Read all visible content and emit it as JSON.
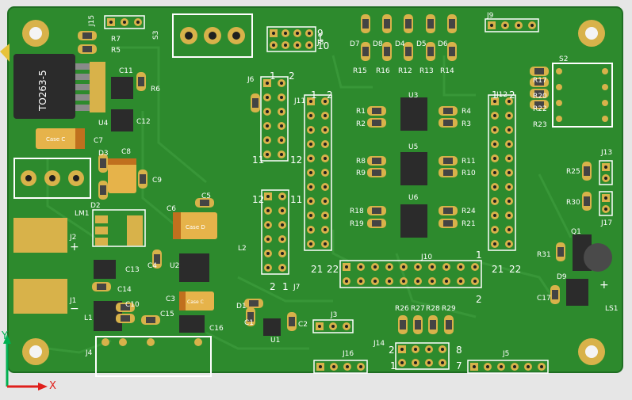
{
  "colors": {
    "board": "#2d8a2d",
    "board_dark": "#1f6e22",
    "silk": "#ffffff",
    "copper": "#d7b04a",
    "component_black": "#2b2b2b",
    "tantalum": "#e6b34a",
    "axis_y": "#00b050",
    "axis_x": "#e0201c"
  },
  "axis": {
    "x_label": "X",
    "y_label": "Y"
  },
  "ic_body_label": "TO263-5",
  "tantalum_labels": {
    "case_d": "Case D",
    "case_c": "Case C"
  },
  "designators": [
    "J15",
    "S3",
    "J8",
    "D7",
    "D8",
    "D4",
    "D5",
    "D6",
    "J9",
    "R7",
    "R5",
    "C11",
    "R6",
    "U4",
    "C12",
    "C7",
    "D3",
    "C8",
    "C9",
    "D2",
    "LM1",
    "J2",
    "J1",
    "C6",
    "C5",
    "C4",
    "U2",
    "C3",
    "C13",
    "C14",
    "L1",
    "C10",
    "C15",
    "C16",
    "D1",
    "C1",
    "C2",
    "U1",
    "J3",
    "J4",
    "J16",
    "J14",
    "J5",
    "J6",
    "J7",
    "J11",
    "J12",
    "J10",
    "L2",
    "R15",
    "R16",
    "R12",
    "R13",
    "R14",
    "R1",
    "R2",
    "R4",
    "R3",
    "U3",
    "R8",
    "R9",
    "R11",
    "R10",
    "U5",
    "R18",
    "R19",
    "R24",
    "R21",
    "U6",
    "R17",
    "R20",
    "R22",
    "R23",
    "S2",
    "R25",
    "R30",
    "J13",
    "J17",
    "R31",
    "Q1",
    "D9",
    "C17",
    "LS1",
    "R26",
    "R27",
    "R28",
    "R29"
  ],
  "pin_numbers": [
    "1",
    "2",
    "10",
    "9",
    "11",
    "12",
    "21",
    "22",
    "7",
    "8"
  ],
  "polarity_marks": [
    "+",
    "−",
    "+"
  ]
}
